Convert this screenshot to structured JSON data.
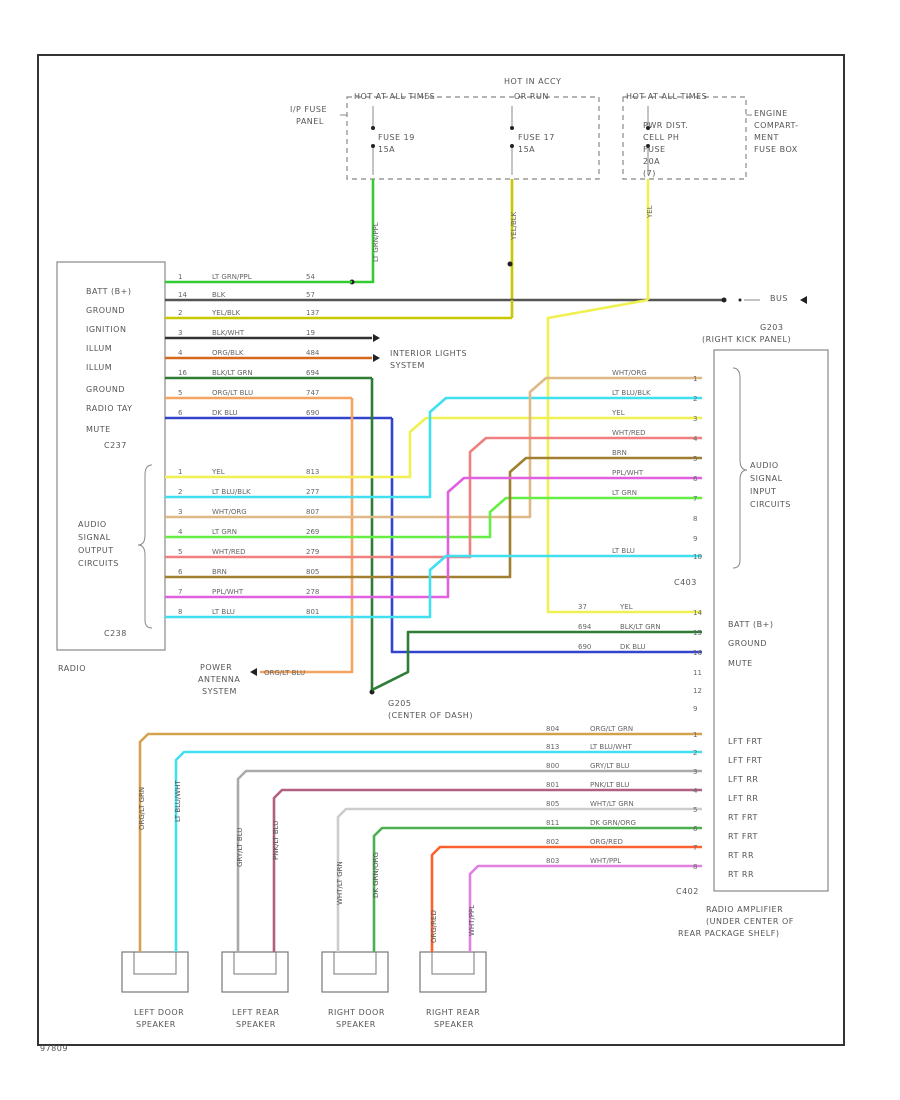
{
  "colors": {
    "lt_grn_ppl": "#33cc33",
    "blk": "#555555",
    "yel_blk": "#c8c800",
    "blk_wht": "#333333",
    "org_blk": "#d2691e",
    "blk_lt_grn": "#2e7d32",
    "org_lt_blu": "#f4a460",
    "dk_blu": "#3344cc",
    "yel": "#f0f050",
    "lt_blu_blk": "#40e0f0",
    "wht_org": "#deb887",
    "lt_grn": "#66ee44",
    "wht_red": "#f08080",
    "brn": "#a08030",
    "ppl_wht": "#e060e0",
    "lt_blu": "#40e0f0",
    "org_lt_grn": "#d4a24c",
    "lt_blu_wht": "#40e0f0",
    "gry_lt_blu": "#aaaaaa",
    "pnk_lt_blu": "#b06080",
    "wht_lt_grn": "#cccccc",
    "dk_grn_org": "#4caf50",
    "org_red": "#ff6030",
    "wht_ppl": "#e080e0"
  },
  "labels": {
    "ip_fuse_panel": [
      "I/P FUSE",
      "PANEL"
    ],
    "hot_at_all_times_1": "HOT AT ALL TIMES",
    "hot_in_acc": [
      "HOT IN ACCY",
      "OR RUN"
    ],
    "hot_at_all_times_2": "HOT AT ALL TIMES",
    "fuse_19": [
      "FUSE 19",
      "15A"
    ],
    "fuse_17": [
      "FUSE 17",
      "15A"
    ],
    "pwr_dist": [
      "PWR DIST.",
      "CELL PH",
      "FUSE",
      "20A",
      "(7)"
    ],
    "engine_compartment": [
      "ENGINE",
      "COMPART-",
      "MENT",
      "FUSE BOX"
    ],
    "radio_pins": [
      "BATT (B+)",
      "GROUND",
      "IGNITION",
      "ILLUM",
      "ILLUM",
      "GROUND",
      "RADIO TAY",
      "MUTE"
    ],
    "c237": "C237",
    "c238": "C238",
    "audio_output": [
      "AUDIO",
      "SIGNAL",
      "OUTPUT",
      "CIRCUITS"
    ],
    "radio": "RADIO",
    "g203": [
      "G203",
      "(RIGHT KICK PANEL)"
    ],
    "interior_lights": [
      "INTERIOR LIGHTS",
      "SYSTEM"
    ],
    "power_antenna": [
      "POWER",
      "ANTENNA",
      "SYSTEM"
    ],
    "g205": [
      "G205",
      "(CENTER OF DASH)"
    ],
    "audio_input": [
      "AUDIO",
      "SIGNAL",
      "INPUT",
      "CIRCUITS"
    ],
    "c403": "C403",
    "c402": "C402",
    "amp_pins": [
      "BATT (B+)",
      "GROUND",
      "MUTE"
    ],
    "amp_speaker_pins": [
      "LFT FRT",
      "LFT FRT",
      "LFT RR",
      "LFT RR",
      "RT FRT",
      "RT FRT",
      "RT RR",
      "RT RR"
    ],
    "radio_amplifier": [
      "RADIO AMPLIFIER",
      "(UNDER CENTER OF",
      "REAR PACKAGE SHELF)"
    ],
    "speakers": [
      [
        "LEFT DOOR",
        "SPEAKER"
      ],
      [
        "LEFT REAR",
        "SPEAKER"
      ],
      [
        "RIGHT DOOR",
        "SPEAKER"
      ],
      [
        "RIGHT REAR",
        "SPEAKER"
      ]
    ],
    "bus": "BUS",
    "page_code": "97809"
  },
  "wires": {
    "top": [
      {
        "pin": "1",
        "color": "LT GRN/PPL",
        "circuit": "54"
      },
      {
        "pin": "14",
        "color": "BLK",
        "circuit": "57"
      },
      {
        "pin": "2",
        "color": "YEL/BLK",
        "circuit": "137"
      },
      {
        "pin": "3",
        "color": "BLK/WHT",
        "circuit": "19"
      },
      {
        "pin": "4",
        "color": "ORG/BLK",
        "circuit": "484"
      },
      {
        "pin": "16",
        "color": "BLK/LT GRN",
        "circuit": "694"
      },
      {
        "pin": "5",
        "color": "ORG/LT BLU",
        "circuit": "747"
      },
      {
        "pin": "6",
        "color": "DK BLU",
        "circuit": "690"
      }
    ],
    "output": [
      {
        "pin": "1",
        "color": "YEL",
        "circuit": "813"
      },
      {
        "pin": "2",
        "color": "LT BLU/BLK",
        "circuit": "277"
      },
      {
        "pin": "3",
        "color": "WHT/ORG",
        "circuit": "807"
      },
      {
        "pin": "4",
        "color": "LT GRN",
        "circuit": "269"
      },
      {
        "pin": "5",
        "color": "WHT/RED",
        "circuit": "279"
      },
      {
        "pin": "6",
        "color": "BRN",
        "circuit": "805"
      },
      {
        "pin": "7",
        "color": "PPL/WHT",
        "circuit": "278"
      },
      {
        "pin": "8",
        "color": "LT BLU",
        "circuit": "801"
      }
    ],
    "c403_input": [
      {
        "pin": "1",
        "color": "WHT/ORG"
      },
      {
        "pin": "2",
        "color": "LT BLU/BLK"
      },
      {
        "pin": "3",
        "color": "YEL"
      },
      {
        "pin": "4",
        "color": "WHT/RED"
      },
      {
        "pin": "5",
        "color": "BRN"
      },
      {
        "pin": "6",
        "color": "PPL/WHT"
      },
      {
        "pin": "7",
        "color": "LT GRN"
      },
      {
        "pin": "8",
        "color": ""
      },
      {
        "pin": "9",
        "color": ""
      },
      {
        "pin": "10",
        "color": "LT BLU"
      }
    ],
    "c403_power": [
      {
        "pin": "14",
        "color": "YEL",
        "circuit": "37"
      },
      {
        "pin": "15",
        "color": "BLK/LT GRN",
        "circuit": "694"
      },
      {
        "pin": "16",
        "color": "DK BLU",
        "circuit": "690"
      },
      {
        "pin": "11",
        "color": "",
        "circuit": ""
      },
      {
        "pin": "12",
        "color": "",
        "circuit": ""
      },
      {
        "pin": "9",
        "color": "",
        "circuit": ""
      }
    ],
    "speaker": [
      {
        "pin": "1",
        "color": "ORG/LT GRN",
        "circuit": "804"
      },
      {
        "pin": "2",
        "color": "LT BLU/WHT",
        "circuit": "813"
      },
      {
        "pin": "3",
        "color": "GRY/LT BLU",
        "circuit": "800"
      },
      {
        "pin": "4",
        "color": "PNK/LT BLU",
        "circuit": "801"
      },
      {
        "pin": "5",
        "color": "WHT/LT GRN",
        "circuit": "805"
      },
      {
        "pin": "6",
        "color": "DK GRN/ORG",
        "circuit": "811"
      },
      {
        "pin": "7",
        "color": "ORG/RED",
        "circuit": "802"
      },
      {
        "pin": "8",
        "color": "WHT/PPL",
        "circuit": "803"
      }
    ],
    "vertical": {
      "fuse19": "LT GRN/PPL",
      "fuse17": "YEL/BLK",
      "pwr": "YEL",
      "antenna": "ORG/LT BLU",
      "speaker_leads": [
        "ORG/LT GRN",
        "LT BLU/WHT",
        "GRY/LT BLU",
        "PNK/LT BLU",
        "WHT/LT GRN",
        "DK GRN/ORG",
        "ORG/RED",
        "WHT/PPL"
      ]
    }
  }
}
